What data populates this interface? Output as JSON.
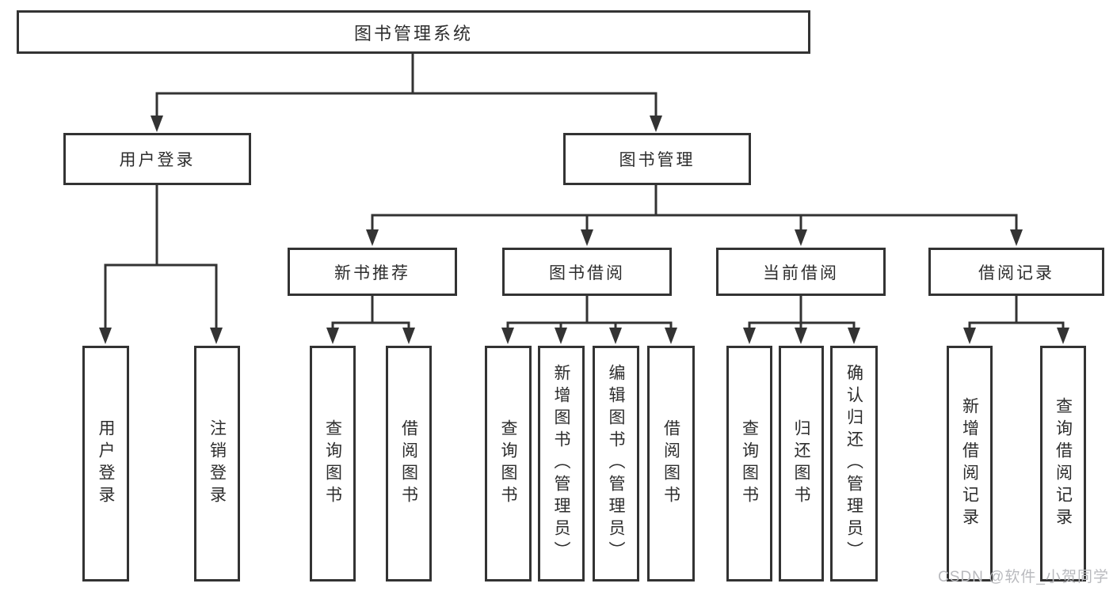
{
  "nodes": {
    "root": "图书管理系统",
    "level2": [
      {
        "label": "用户登录"
      },
      {
        "label": "图书管理"
      }
    ],
    "level3": [
      {
        "label": "新书推荐"
      },
      {
        "label": "图书借阅"
      },
      {
        "label": "当前借阅"
      },
      {
        "label": "借阅记录"
      }
    ],
    "leaves": {
      "user_login": [
        {
          "label": "用户登录"
        },
        {
          "label": "注销登录"
        }
      ],
      "new_book_rec": [
        {
          "label": "查询图书"
        },
        {
          "label": "借阅图书"
        }
      ],
      "book_borrow": [
        {
          "label": "查询图书"
        },
        {
          "label": "新增图书（管理员）"
        },
        {
          "label": "编辑图书（管理员）"
        },
        {
          "label": "借阅图书"
        }
      ],
      "current_borrow": [
        {
          "label": "查询图书"
        },
        {
          "label": "归还图书"
        },
        {
          "label": "确认归还（管理员）"
        }
      ],
      "borrow_records": [
        {
          "label": "新增借阅记录"
        },
        {
          "label": "查询借阅记录"
        }
      ]
    }
  },
  "watermark": "CSDN @软件_小贺同学",
  "colors": {
    "line": "#333333",
    "border": "#333333",
    "text": "#2d2d2d",
    "background": "#ffffff",
    "watermark": "#b9babe"
  }
}
